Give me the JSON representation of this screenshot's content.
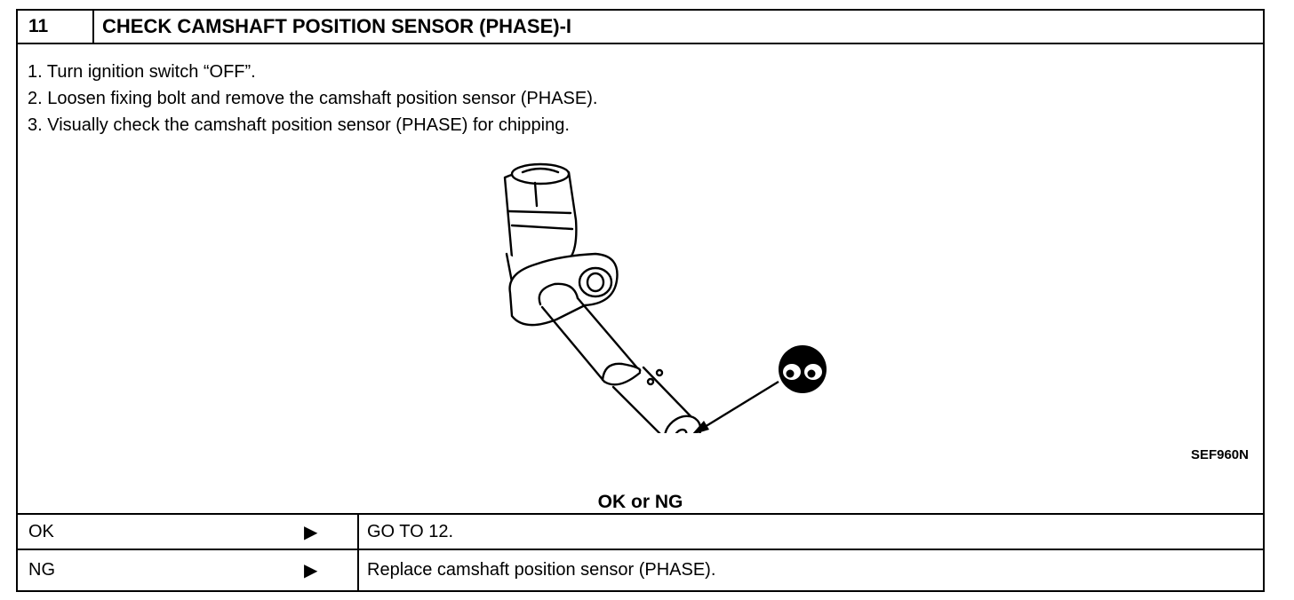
{
  "step": {
    "number": "11",
    "title": "CHECK CAMSHAFT POSITION SENSOR (PHASE)-I"
  },
  "instructions": [
    "1. Turn ignition switch “OFF”.",
    "2. Loosen fixing bolt and remove the camshaft position sensor (PHASE).",
    "3. Visually check the camshaft position sensor (PHASE) for chipping."
  ],
  "figure": {
    "code": "SEF960N",
    "icons": [
      "camshaft-sensor-illustration",
      "inspect-eyes-icon",
      "pointer-arrow-icon"
    ]
  },
  "result_heading": "OK or NG",
  "results": [
    {
      "label": "OK",
      "arrow": "▶",
      "action": "GO TO 12."
    },
    {
      "label": "NG",
      "arrow": "▶",
      "action": "Replace camshaft position sensor (PHASE)."
    }
  ]
}
